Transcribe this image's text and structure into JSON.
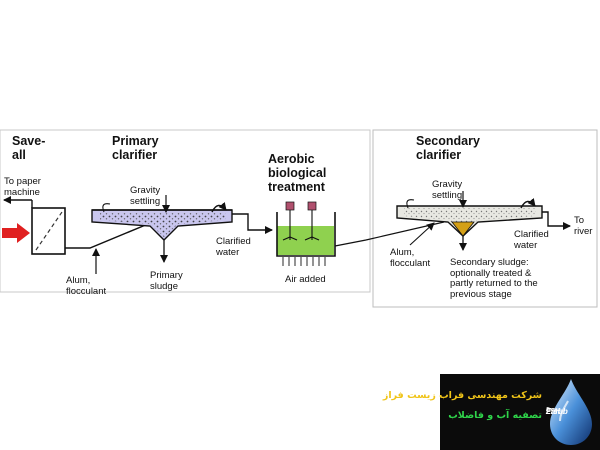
{
  "stages": {
    "saveall": "Save-\nall",
    "primary": "Primary\nclarifier",
    "aerobic": "Aerobic\nbiological\ntreatment",
    "secondary": "Secondary\nclarifier"
  },
  "labels": {
    "to_paper_machine": "To paper\nmachine",
    "gravity_settling_1": "Gravity\nsettling",
    "alum_flocculant_1": "Alum,\nflocculant",
    "primary_sludge": "Primary\nsludge",
    "clarified_water_1": "Clarified\nwater",
    "air_added": "Air added",
    "gravity_settling_2": "Gravity\nsettling",
    "alum_flocculant_2": "Alum,\nflocculant",
    "clarified_water_2": "Clarified\nwater",
    "to_river": "To\nriver",
    "secondary_sludge": "Secondary sludge:\noptionally treated &\npartly returned to the\nprevious stage"
  },
  "logo": {
    "company_fa": "شرکت مهندسی فراب زیست فراز",
    "service_fa": "تصفیه آب و فاضلاب",
    "name_en_1": "Farab",
    "name_en_2": "Zist",
    "name_en_3": "Faraz"
  },
  "colors": {
    "clarifier_fill": "#c9c6ee",
    "aeration_fill": "#8fd14f",
    "secondary_fill": "#e8e8e2",
    "sludge_fill": "#d4a017",
    "inlet_arrow": "#e02020",
    "panel_border": "#bdbdbd"
  }
}
